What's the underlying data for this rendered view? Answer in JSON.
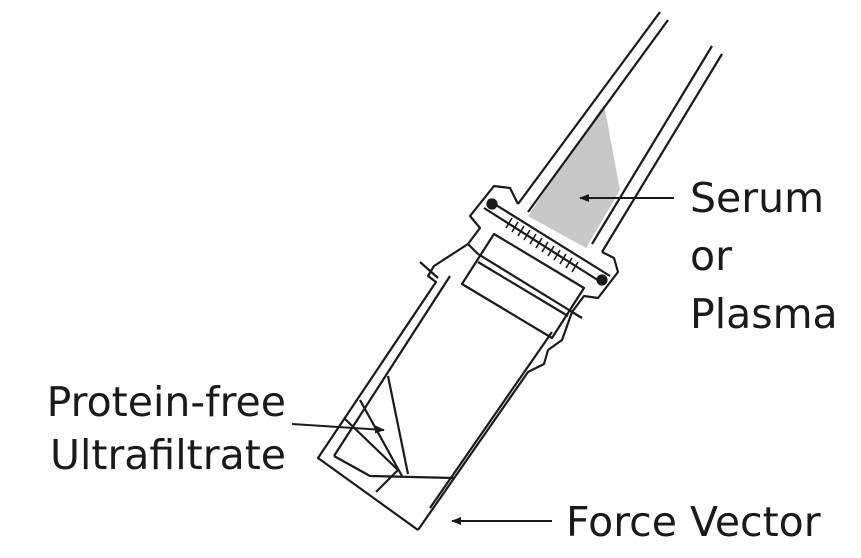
{
  "labels": {
    "serum_line1": "Serum",
    "serum_line2": "or",
    "serum_line3": "Plasma",
    "filtrate_line1": "Protein-free",
    "filtrate_line2": "Ultrafiltrate",
    "force": "Force Vector"
  },
  "colors": {
    "line": "#1a1a1a",
    "sample_fill": "#c8c8c8",
    "background": "#ffffff"
  }
}
